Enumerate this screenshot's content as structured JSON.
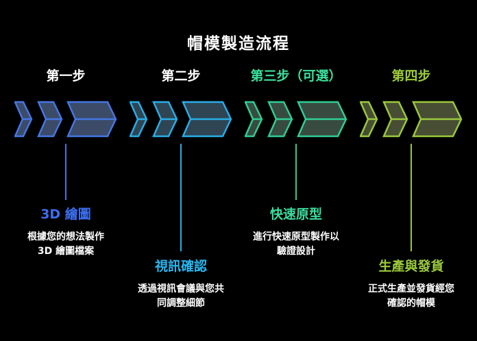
{
  "title": "帽模製造流程",
  "colors": {
    "background": "#000000",
    "text": "#ffffff"
  },
  "steps": [
    {
      "header": "第一步",
      "header_color": "#ffffff",
      "accent": "#4577e4",
      "fill": "#3b4b68",
      "label": "3D 繪圖",
      "label_color": "#3d6ff0",
      "desc": [
        "根據您的想法製作",
        "3D 繪圖檔案"
      ],
      "connector_length": "short"
    },
    {
      "header": "第二步",
      "header_color": "#ffffff",
      "accent": "#28aee8",
      "fill": "#2f4554",
      "label": "視訊確認",
      "label_color": "#29b6f0",
      "desc": [
        "透過視訊會議與您共",
        "同調整細節"
      ],
      "connector_length": "long"
    },
    {
      "header": "第三步（可選）",
      "header_color": "#3be09c",
      "accent": "#2fce96",
      "fill": "#384b41",
      "label": "快速原型",
      "label_color": "#3cdd9e",
      "desc": [
        "進行快速原型製作以",
        "驗證設計"
      ],
      "connector_length": "short"
    },
    {
      "header": "第四步",
      "header_color": "#9ccb3b",
      "accent": "#9bc93d",
      "fill": "#474e33",
      "label": "生產與發貨",
      "label_color": "#9ccb3b",
      "desc": [
        "正式生產並發貨經您",
        "確認的帽模"
      ],
      "connector_length": "long"
    }
  ]
}
